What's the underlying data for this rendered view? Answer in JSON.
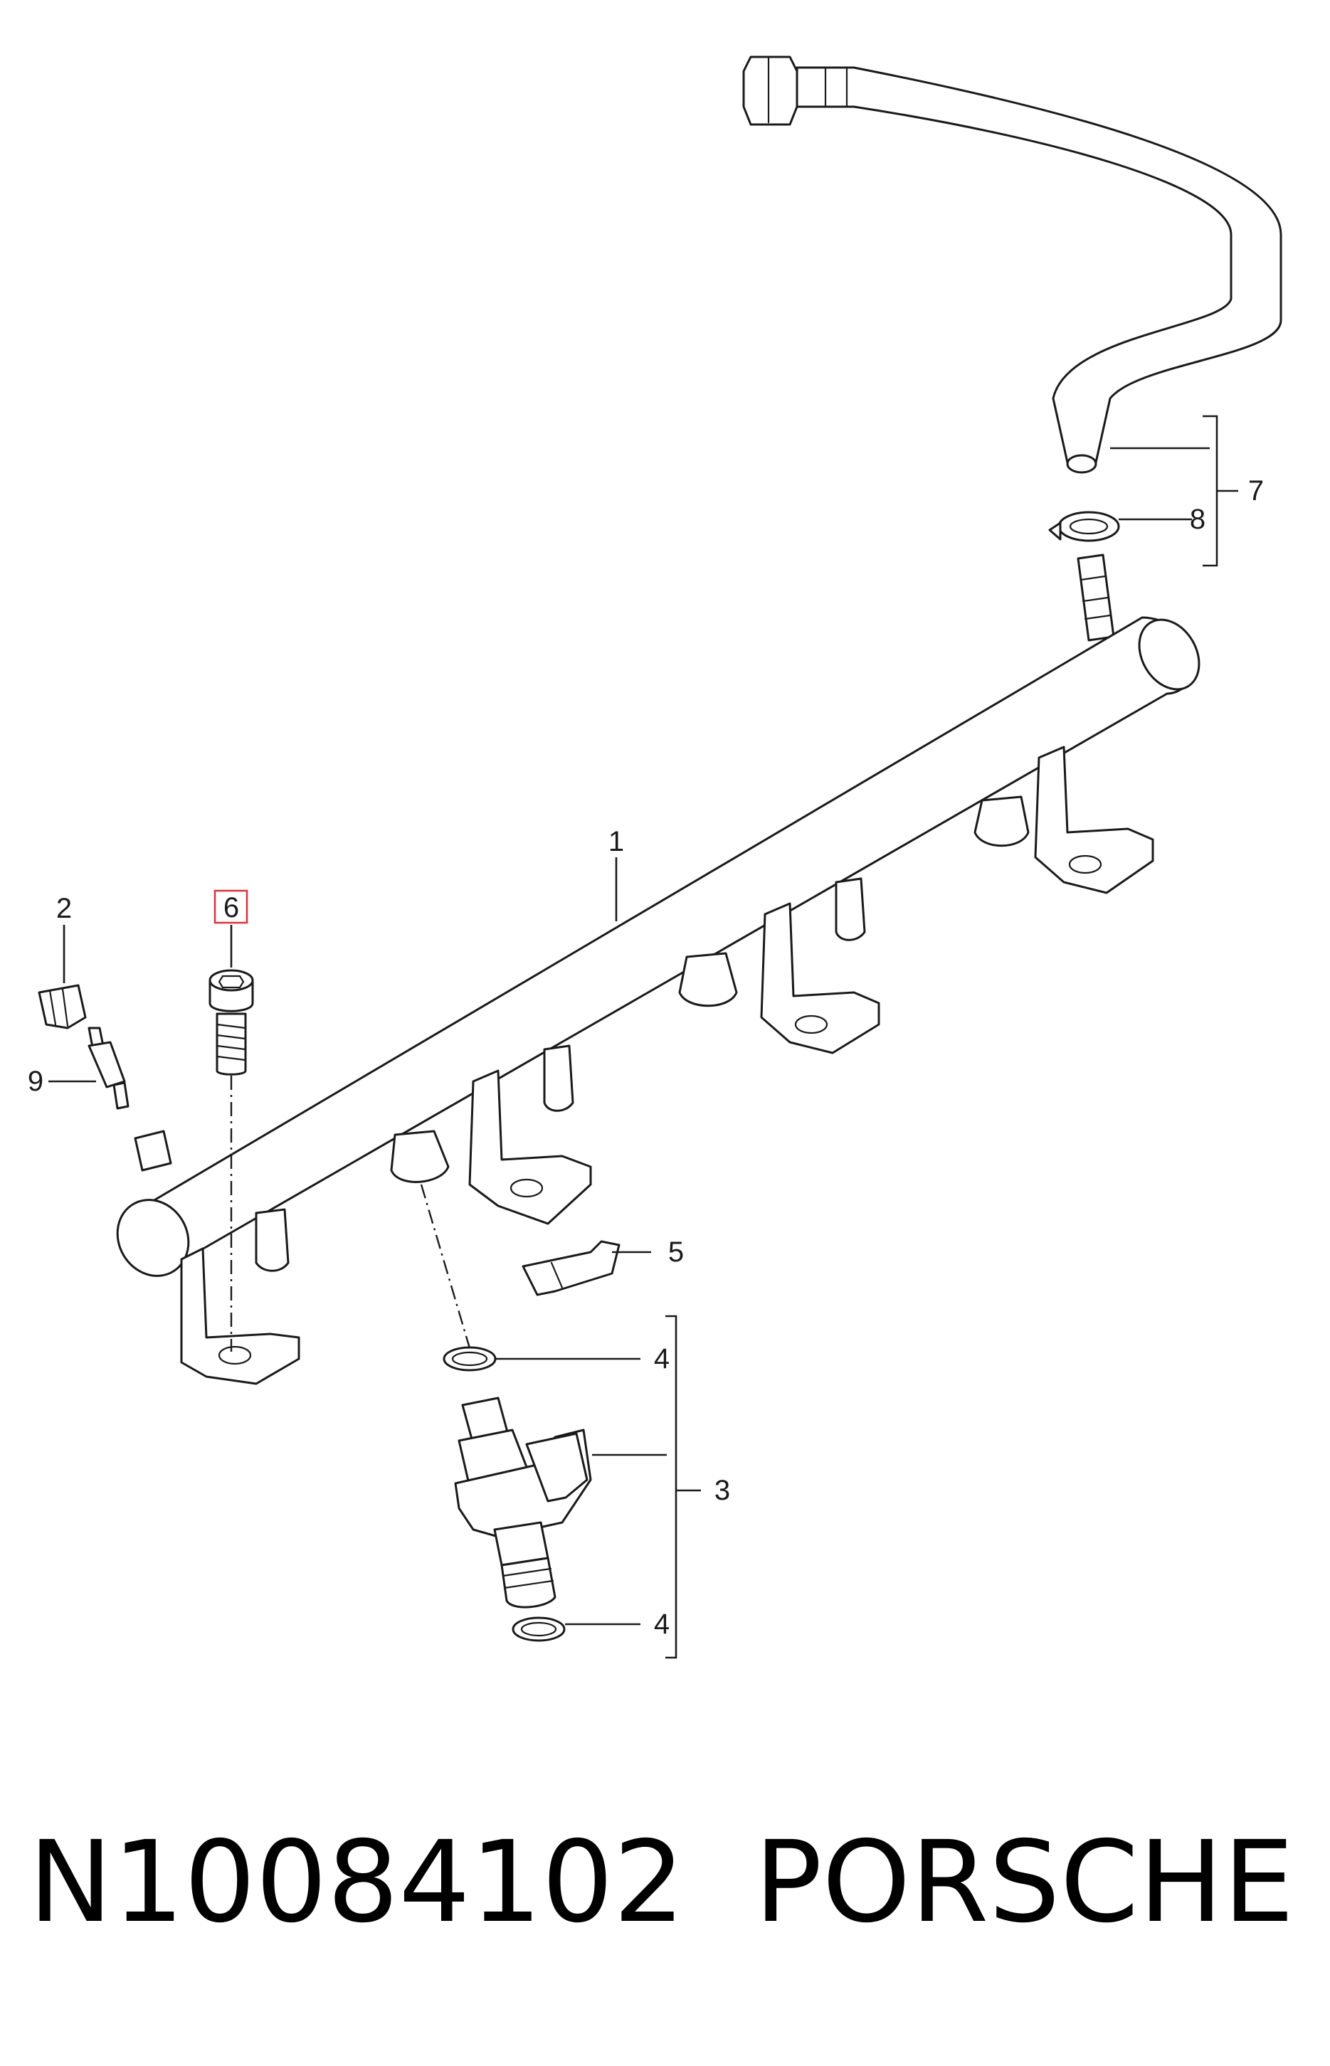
{
  "callouts": {
    "c1": "1",
    "c2": "2",
    "c3": "3",
    "c4a": "4",
    "c4b": "4",
    "c5": "5",
    "c6": "6",
    "c7": "7",
    "c8": "8",
    "c9": "9"
  },
  "highlight_color": "#e0303a",
  "caption": {
    "part_number": "N10084102",
    "brand": "PORSCHE"
  }
}
